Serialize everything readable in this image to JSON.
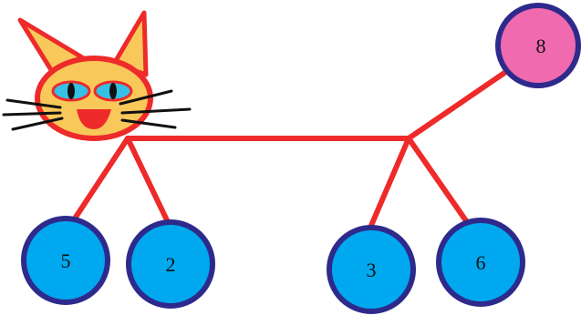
{
  "diagram": {
    "nodes": [
      {
        "id": "n5",
        "label": "5",
        "color": "#00a8f0"
      },
      {
        "id": "n2",
        "label": "2",
        "color": "#00a8f0"
      },
      {
        "id": "n3",
        "label": "3",
        "color": "#00a8f0"
      },
      {
        "id": "n6",
        "label": "6",
        "color": "#00a8f0"
      },
      {
        "id": "n8",
        "label": "8",
        "color": "#f06ab0"
      }
    ],
    "colors": {
      "edge": "#ee2a2a",
      "node_border": "#2e2a8c",
      "cat_face": "#f8c85a",
      "cat_outline": "#ee2a2a",
      "cat_eye": "#36c0e6",
      "whisker": "#111111"
    },
    "decoration": "cat-head"
  }
}
